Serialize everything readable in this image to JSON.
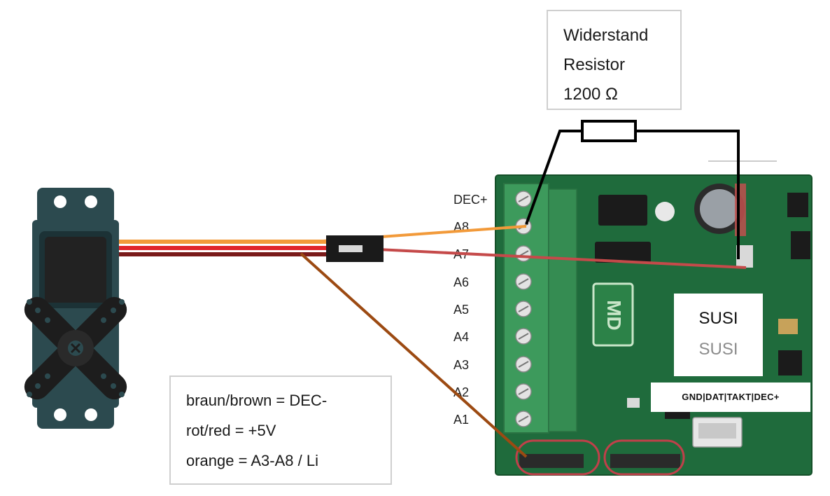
{
  "resistor_note": {
    "line1": "Widerstand",
    "line2": "Resistor",
    "line3": "1200 Ω"
  },
  "legend": {
    "brown": "braun/brown = DEC-",
    "red": "rot/red = +5V",
    "orange": "orange = A3-A8 / Li"
  },
  "terminals": [
    "DEC+",
    "A8",
    "A7",
    "A6",
    "A5",
    "A4",
    "A3",
    "A2",
    "A1"
  ],
  "susi": {
    "label1": "SUSI",
    "label2": "SUSI",
    "pin_header": "GND|DAT|TAKT|DEC+"
  },
  "colors": {
    "board": "#1f6b3c",
    "terminal_block": "#3d9a5c",
    "wire_orange": "#f29a3a",
    "wire_red": "#e0242a",
    "wire_brown": "#9c4a12",
    "wire_darkred": "#7a1a1a",
    "servo_body": "#2c4a4f",
    "servo_horn": "#1d1d1d"
  },
  "icons": {
    "servo": "servo-motor-icon",
    "resistor": "resistor-icon",
    "connector": "plug-connector-icon"
  }
}
